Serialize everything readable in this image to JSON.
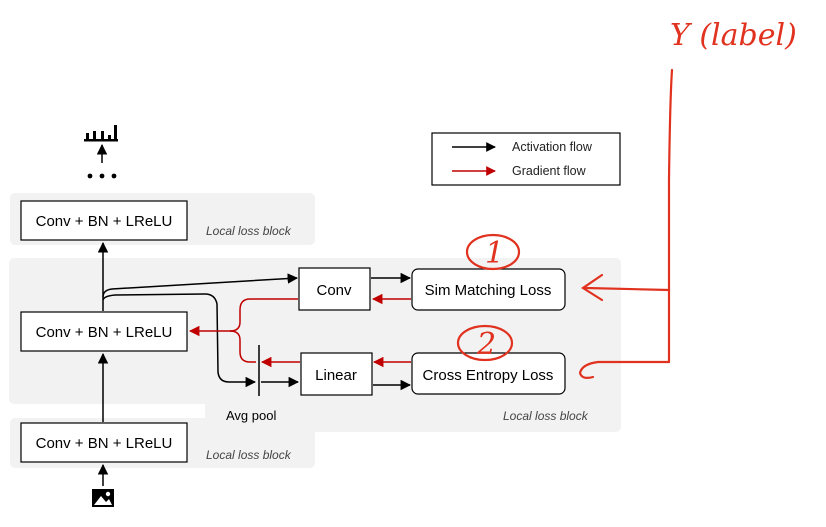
{
  "blocks": {
    "top": "Conv + BN + LReLU",
    "middle": "Conv + BN + LReLU",
    "bottom": "Conv + BN + LReLU"
  },
  "local_loss_label": "Local loss block",
  "conv_label": "Conv",
  "linear_label": "Linear",
  "avg_pool_label": "Avg pool",
  "sim_matching_loss": "Sim Matching Loss",
  "cross_entropy_loss": "Cross Entropy Loss",
  "legend": {
    "activation": "Activation flow",
    "gradient": "Gradient flow"
  },
  "colors": {
    "activation": "#000000",
    "gradient": "#c00000",
    "annotation": "#e0321e",
    "block_bg": "#f2f2f2"
  },
  "annotations": {
    "label_text": "Y (label)",
    "circle_1": "1",
    "circle_2": "2"
  },
  "icons": {
    "input": "image-icon",
    "output": "bar-chart-icon"
  }
}
